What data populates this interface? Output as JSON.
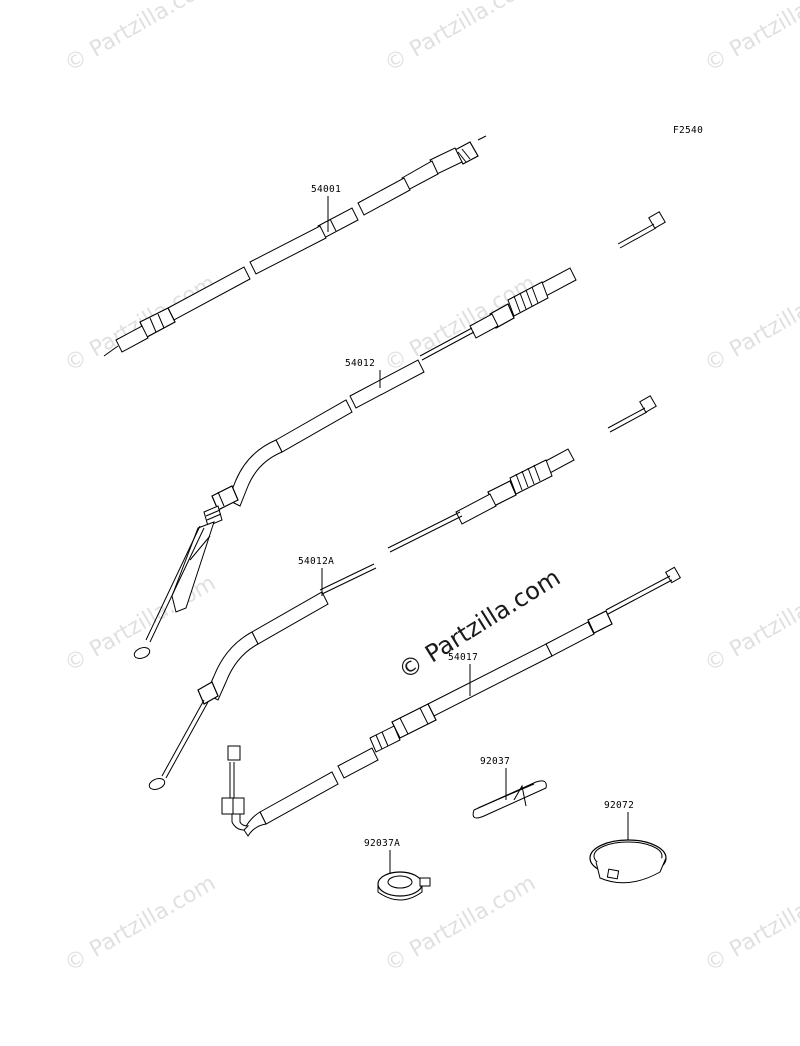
{
  "diagram": {
    "figure_code": "F2540",
    "parts": [
      {
        "id": "54001",
        "label": "54001"
      },
      {
        "id": "54012",
        "label": "54012"
      },
      {
        "id": "54012A",
        "label": "54012A"
      },
      {
        "id": "54017",
        "label": "54017"
      },
      {
        "id": "92037",
        "label": "92037"
      },
      {
        "id": "92037A",
        "label": "92037A"
      },
      {
        "id": "92072",
        "label": "92072"
      }
    ]
  },
  "watermark": {
    "text": "© Partzilla.com",
    "center_text": "© Partzilla.com",
    "color": "#c8c8c8"
  }
}
